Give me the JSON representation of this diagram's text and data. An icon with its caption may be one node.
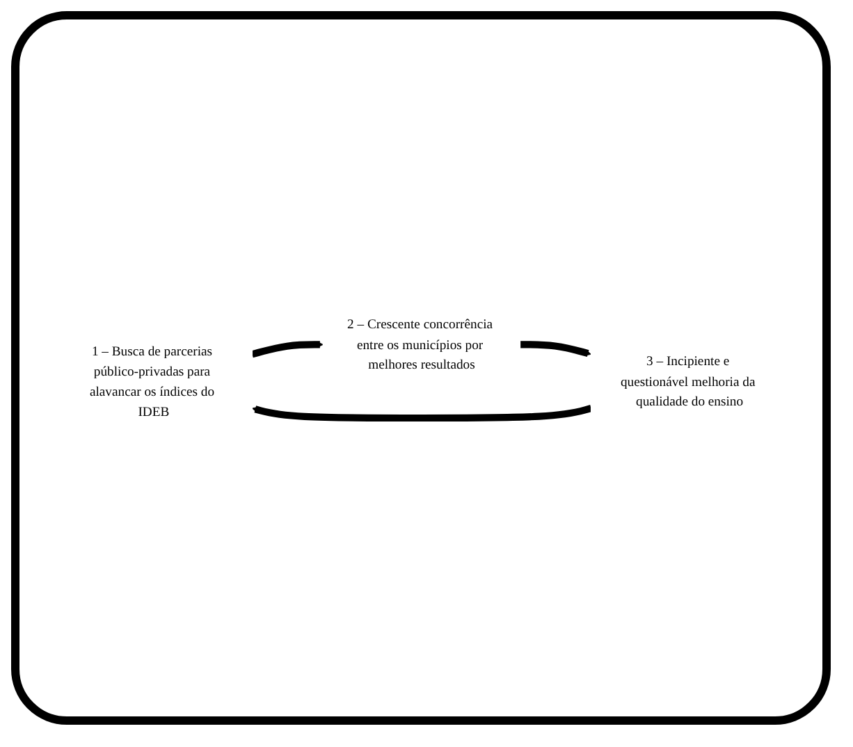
{
  "diagram": {
    "nodes": [
      {
        "text": [
          "1 – Busca de parcerias público-privadas para alavancar os índices do IDEB"
        ]
      },
      {
        "text": [
          "2 – Crescente concorrência entre os municípios por melhores resultados"
        ]
      },
      {
        "text": [
          "3 – Incipiente e questionável melhoria da qualidade do ensino"
        ]
      }
    ],
    "edges": [
      {
        "from": 0,
        "to": 1,
        "arrow": "to"
      },
      {
        "from": 1,
        "to": 2,
        "arrow": "to"
      },
      {
        "from": 2,
        "to": 0,
        "arrow": "to"
      }
    ]
  }
}
